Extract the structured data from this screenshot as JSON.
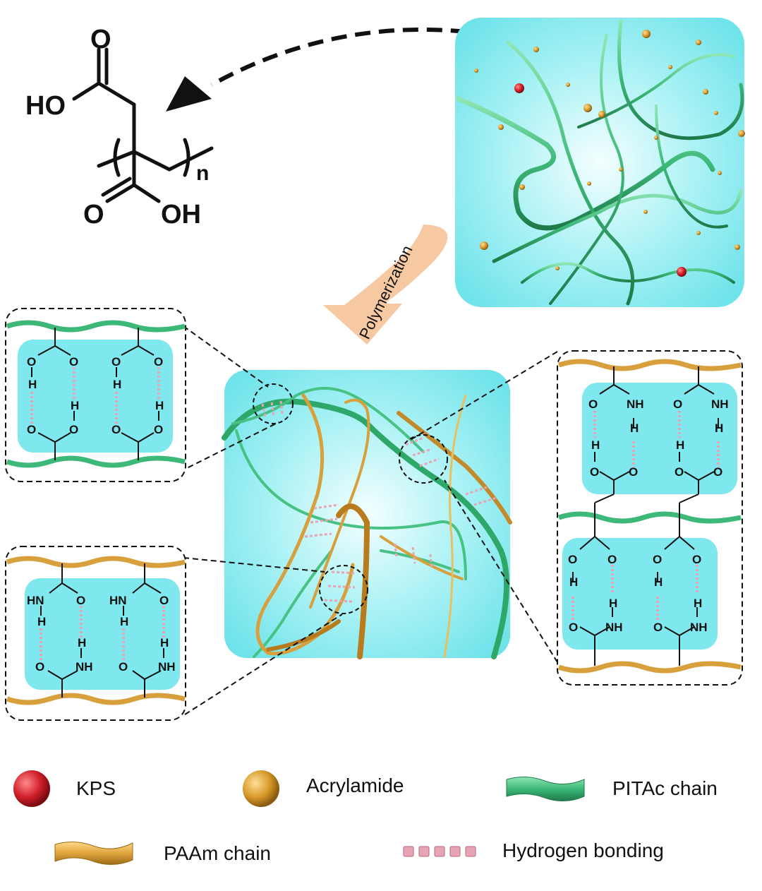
{
  "monomer_structure": {
    "labels": {
      "ho": "HO",
      "o_top": "O",
      "o_bottom": "O",
      "oh": "OH",
      "n": "n"
    }
  },
  "arrow_label": "Polymerization",
  "atoms": {
    "O": "O",
    "OH": "O",
    "H": "H",
    "NH": "NH",
    "HN": "HN",
    "N_H_bottom": "NH"
  },
  "legend": {
    "kps": "KPS",
    "acrylamide": "Acrylamide",
    "pitac": "PITAc chain",
    "paam": "PAAm chain",
    "hbond": "Hydrogen bonding"
  },
  "colors": {
    "panel_cyan": "#7ee8ee",
    "panel_center": "#e8fbfc",
    "green_chain": "#3cb878",
    "orange_chain": "#d8a03c",
    "kps_red": "#d01f2a",
    "acrylamide_gold": "#d89a2a",
    "hbond_pink": "#e6a4b4",
    "arrow_peach": "#f7c9a2"
  }
}
